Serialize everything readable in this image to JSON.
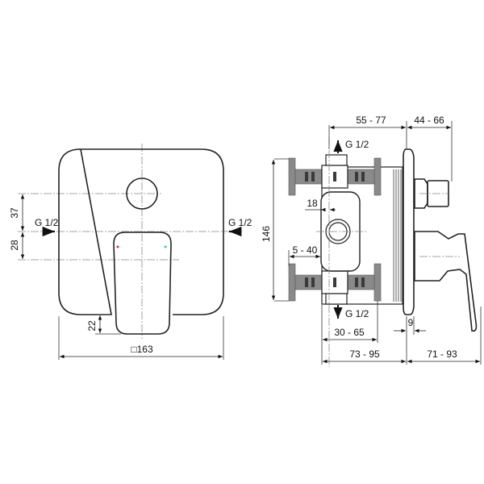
{
  "drawing": {
    "front_view": {
      "plate_size_label": "□163",
      "dim_top": "37",
      "dim_mid": "28",
      "dim_handle_drop": "22",
      "inlet_left_label": "G 1/2",
      "inlet_right_label": "G 1/2",
      "hot_indicator_color": "#e0302a",
      "cold_indicator_color": "#35c6d6"
    },
    "side_view": {
      "dim_height": "146",
      "dim_top_left": "55 - 77",
      "dim_top_right": "44 - 66",
      "outlet_top_label": "G 1/2",
      "outlet_bottom_label": "G 1/2",
      "dim_18": "18",
      "dim_5_40": "5 - 40",
      "dim_30_65": "30 - 65",
      "dim_9": "9",
      "dim_73_95": "73 - 95",
      "dim_71_93": "71 - 93"
    }
  }
}
